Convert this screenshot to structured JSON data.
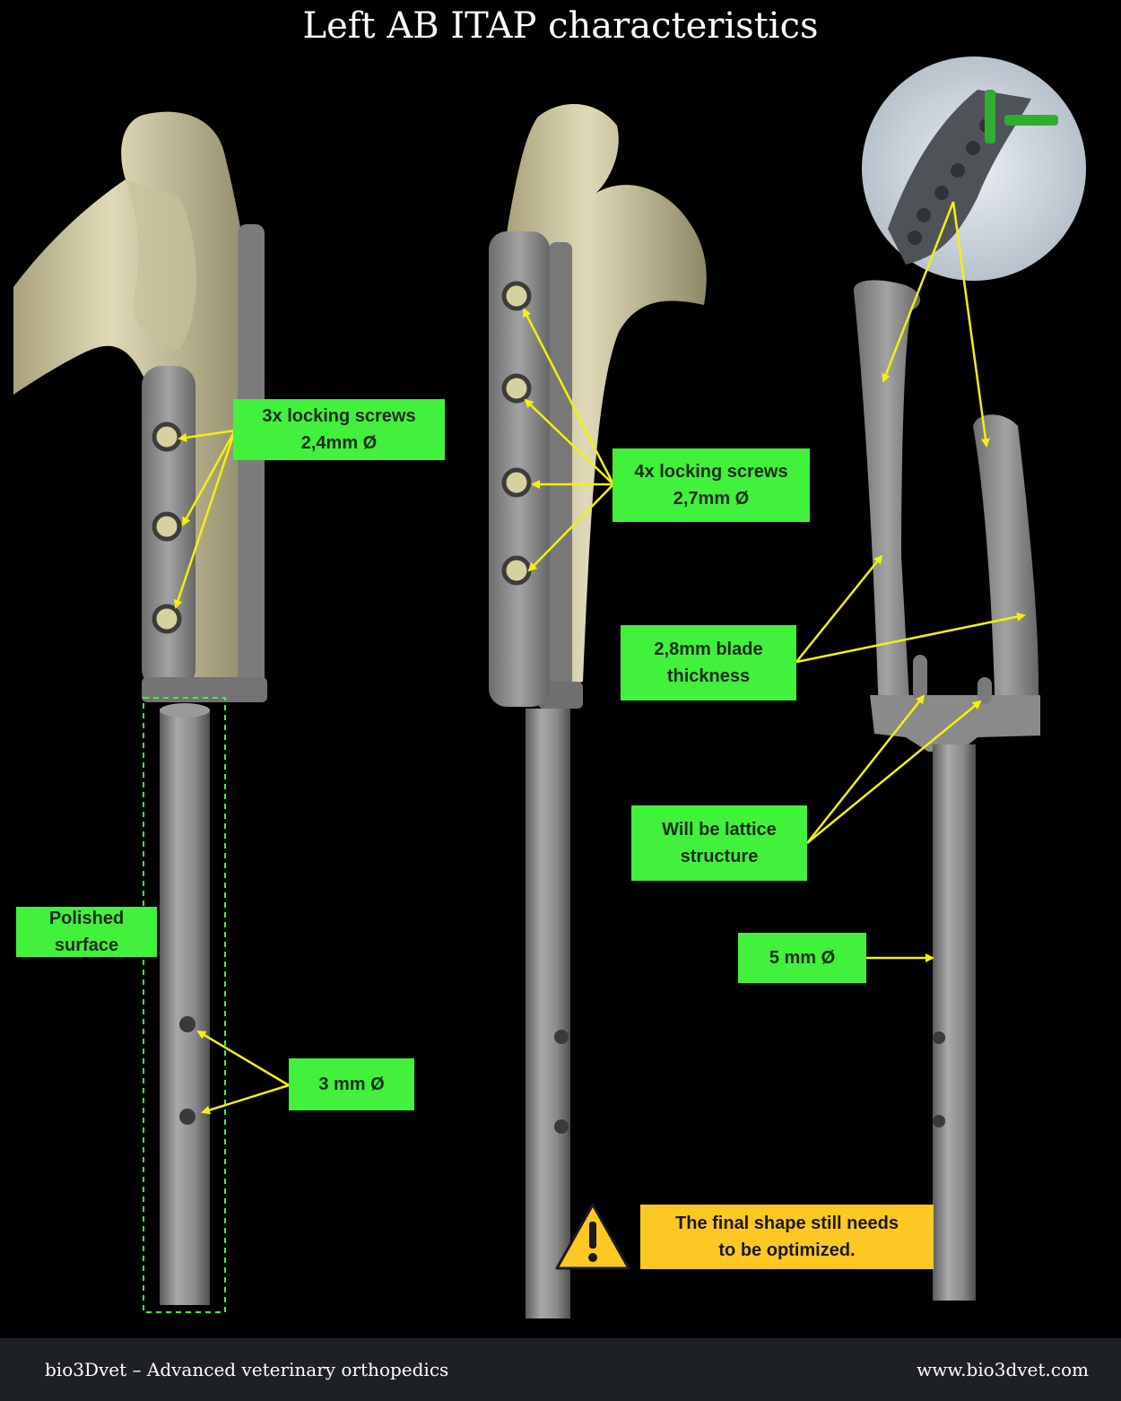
{
  "title": "Left AB ITAP characteristics",
  "labels": {
    "left_screws": [
      "3x locking screws",
      "2,4mm Ø"
    ],
    "mid_screws": [
      "4x locking screws",
      "2,7mm Ø"
    ],
    "blade": [
      "2,8mm blade",
      "thickness"
    ],
    "lattice": [
      "Will be lattice",
      "structure"
    ],
    "polished": [
      "Polished",
      "surface"
    ],
    "hole3": "3 mm Ø",
    "rod5": "5 mm Ø"
  },
  "warning": [
    "The final shape still needs",
    "to be optimized."
  ],
  "footer": {
    "left": "bio3Dvet – Advanced veterinary orthopedics",
    "right": "www.bio3dvet.com"
  },
  "colors": {
    "label_green": "#41f13b",
    "arrow_yellow": "#f3f00f",
    "warning_yellow": "#fdc823",
    "implant_gray": "#8c8c8c",
    "bone_beige": "#d6d0ad"
  }
}
